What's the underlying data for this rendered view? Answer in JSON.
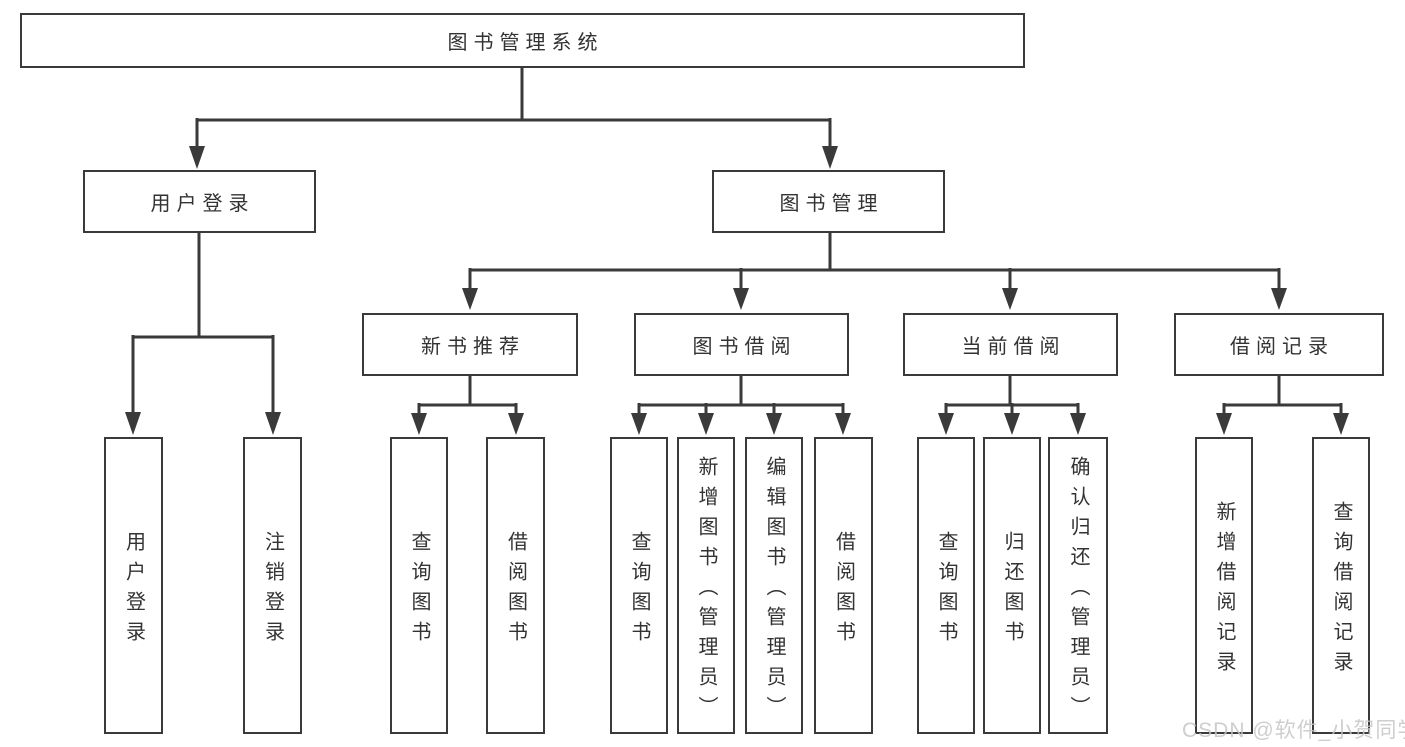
{
  "tree": {
    "root": "图书管理系统",
    "children": [
      {
        "label": "用户登录",
        "children": [
          "用户登录",
          "注销登录"
        ]
      },
      {
        "label": "图书管理",
        "children": [
          {
            "label": "新书推荐",
            "children": [
              "查询图书",
              "借阅图书"
            ]
          },
          {
            "label": "图书借阅",
            "children": [
              "查询图书",
              "新增图书（管理员）",
              "编辑图书（管理员）",
              "借阅图书"
            ]
          },
          {
            "label": "当前借阅",
            "children": [
              "查询图书",
              "归还图书",
              "确认归还（管理员）"
            ]
          },
          {
            "label": "借阅记录",
            "children": [
              "新增借阅记录",
              "查询借阅记录"
            ]
          }
        ]
      }
    ]
  },
  "watermark": {
    "text": "CSDN @软件_小贺同学"
  },
  "colors": {
    "line": "#3a3a3a",
    "text": "#333333",
    "background": "#ffffff",
    "watermark": "#c6c6c6"
  }
}
